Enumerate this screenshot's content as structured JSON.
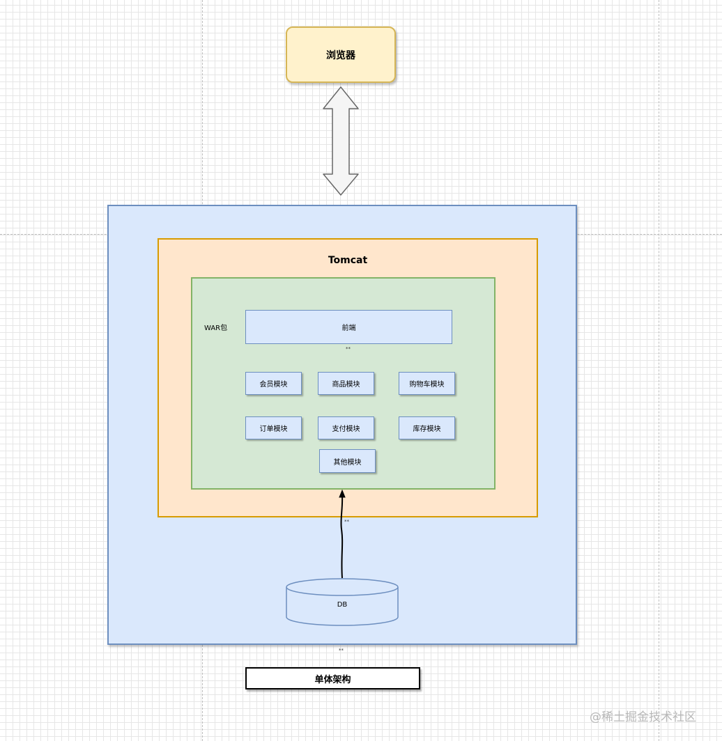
{
  "diagram": {
    "browser_label": "浏览器",
    "container_title": "Tomcat",
    "war_label": "WAR包",
    "frontend_label": "前端",
    "modules": [
      {
        "id": "member",
        "label": "会员模块"
      },
      {
        "id": "product",
        "label": "商品模块"
      },
      {
        "id": "cart",
        "label": "购物车模块"
      },
      {
        "id": "order",
        "label": "订单模块"
      },
      {
        "id": "payment",
        "label": "支付模块"
      },
      {
        "id": "inventory",
        "label": "库存模块"
      },
      {
        "id": "other",
        "label": "其他模块"
      }
    ],
    "database_label": "DB",
    "caption": "单体架构",
    "edge_mark": "**"
  },
  "watermark": "@稀土掘金技术社区",
  "colors": {
    "browser_fill": "#fff2cc",
    "browser_stroke": "#d6b656",
    "server_fill": "#dae8fc",
    "server_stroke": "#6c8ebf",
    "tomcat_fill": "#ffe6cc",
    "tomcat_stroke": "#d79b00",
    "war_fill": "#d5e8d4",
    "war_stroke": "#82b366"
  }
}
